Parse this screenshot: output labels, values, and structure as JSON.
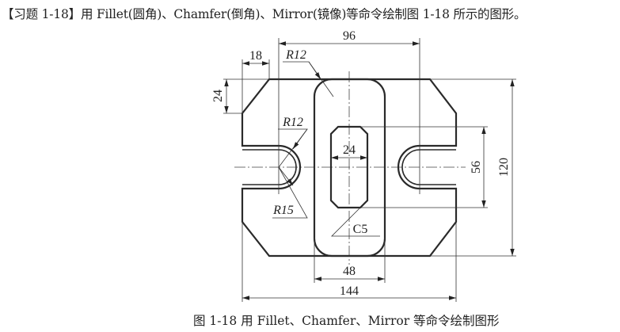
{
  "title": "【习题 1-18】用 Fillet(圆角)、Chamfer(倒角)、Mirror(镜像)等命令绘制图 1-18 所示的图形。",
  "caption": "图 1-18 用 Fillet、Chamfer、Mirror 等命令绘制图形",
  "drawing": {
    "dims": {
      "d96": "96",
      "d18": "18",
      "d24_left": "24",
      "d24_inner": "24",
      "d56": "56",
      "d120": "120",
      "d48": "48",
      "d144": "144"
    },
    "labels": {
      "r12_top": "R12",
      "r12_slot": "R12",
      "r15_slot": "R15",
      "c5": "C5"
    }
  }
}
